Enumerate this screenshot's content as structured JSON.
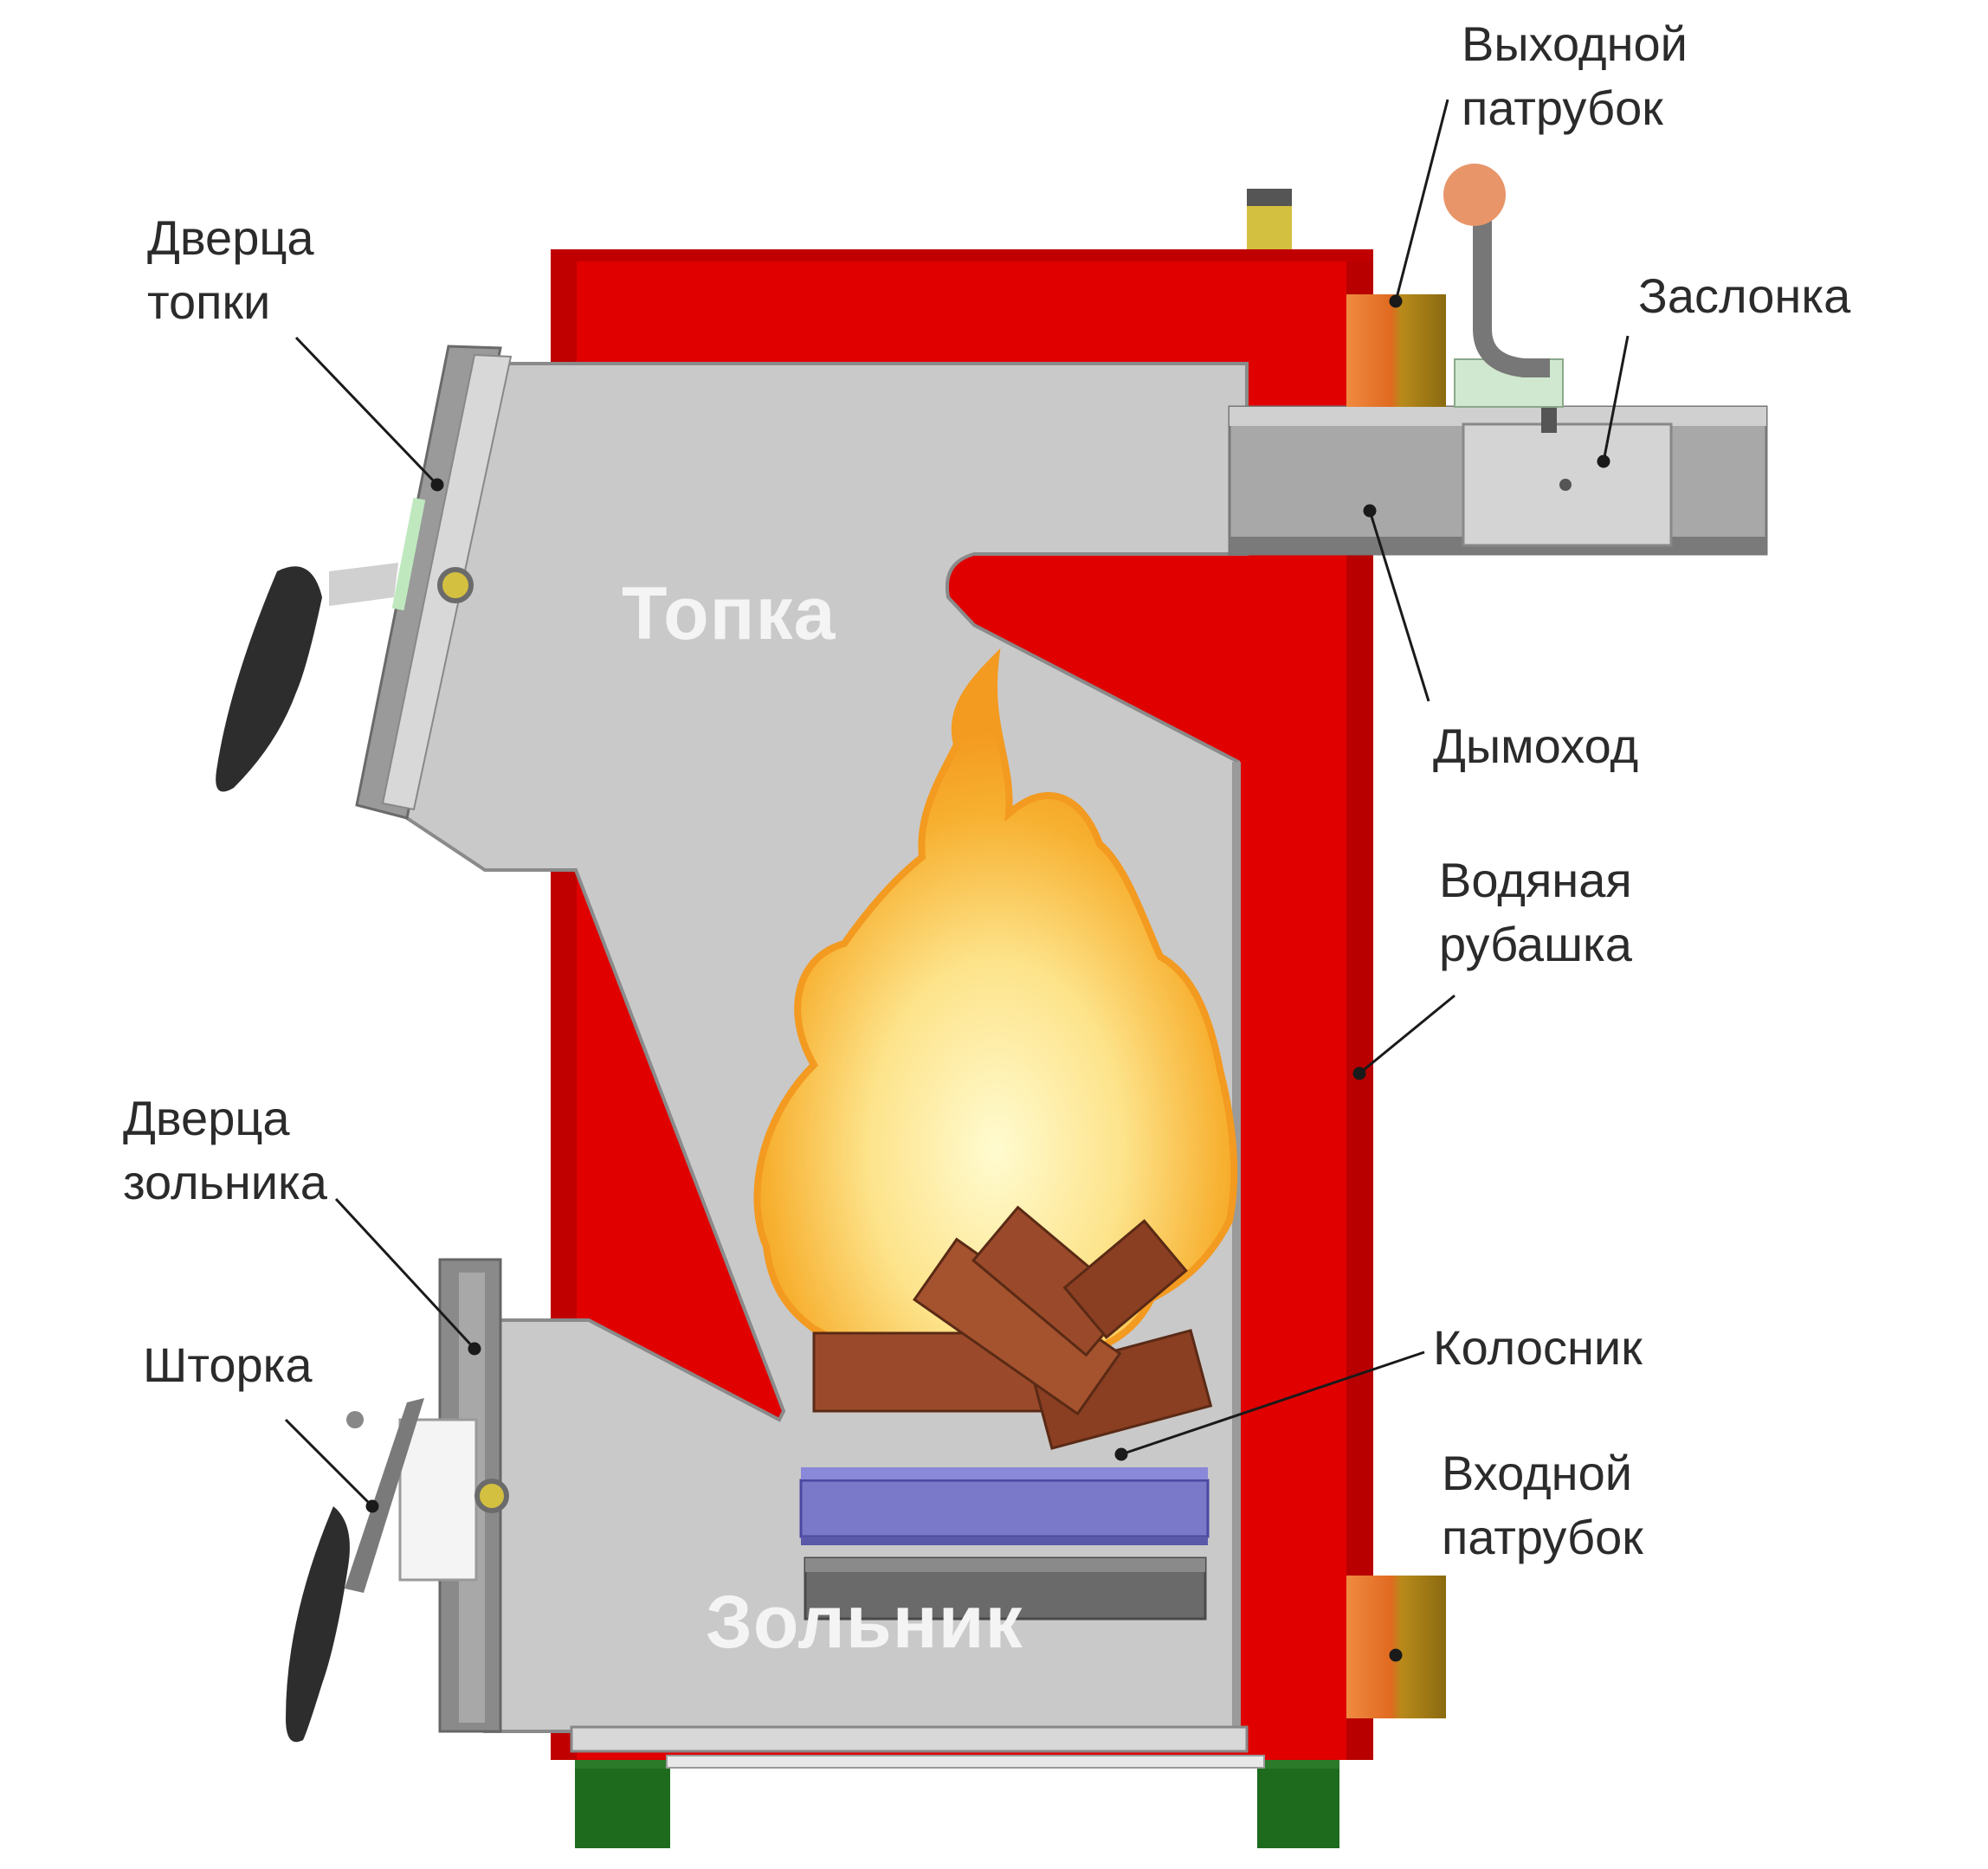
{
  "labels": {
    "outlet_pipe": [
      "Выходной",
      "патрубок"
    ],
    "firebox_door": [
      "Дверца",
      "топки"
    ],
    "damper": "Заслонка",
    "chimney": "Дымоход",
    "water_jacket": [
      "Водяная",
      "рубашка"
    ],
    "ash_door": [
      "Дверца",
      "зольника"
    ],
    "shutter": "Шторка",
    "grate": "Колосник",
    "inlet_pipe": [
      "Входной",
      "патрубок"
    ]
  },
  "zones": {
    "firebox": "Топка",
    "ashpit": "Зольник"
  },
  "colors": {
    "water_jacket": "#e00000",
    "steel": "#c8c8c8",
    "legs": "#1e6b1e",
    "pipe_fitting": "#e87a30",
    "grate": "#7a78c8",
    "wood": "#9a4a2a",
    "flame": "#f7b030"
  }
}
